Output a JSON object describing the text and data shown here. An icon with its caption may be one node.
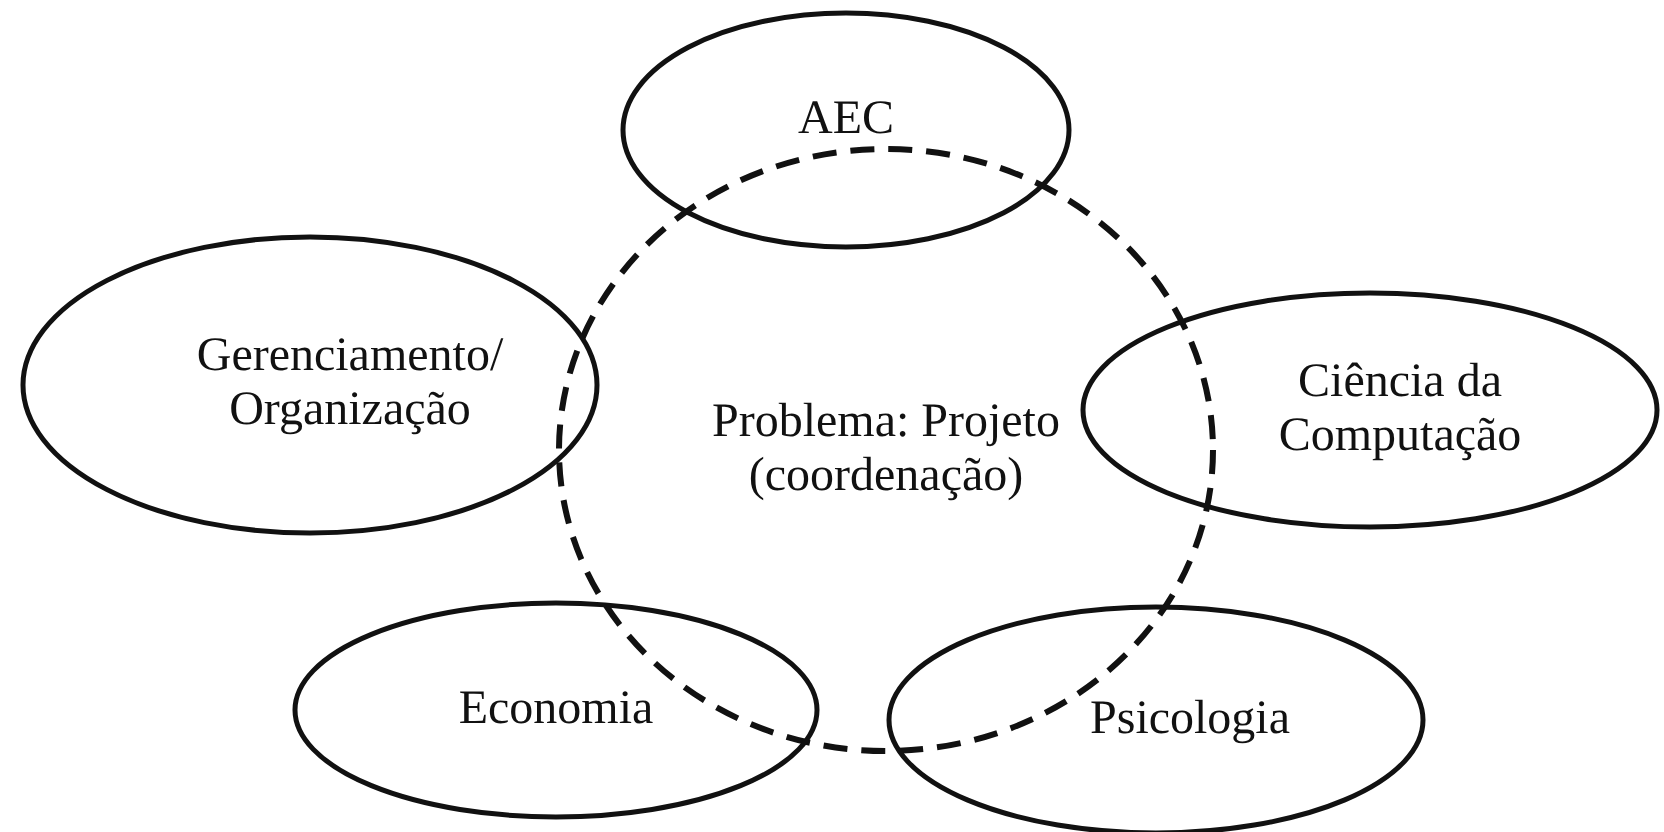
{
  "diagram": {
    "nodes": [
      {
        "text": [
          "AEC"
        ]
      },
      {
        "text": [
          "Gerenciamento/ Organização"
        ]
      },
      {
        "text": [
          "Problema: Projeto (coordenação)"
        ]
      },
      {
        "text": [
          "Ciência da Computação"
        ]
      },
      {
        "text": [
          "Economia"
        ]
      },
      {
        "text": [
          "Psicologia"
        ]
      }
    ]
  }
}
